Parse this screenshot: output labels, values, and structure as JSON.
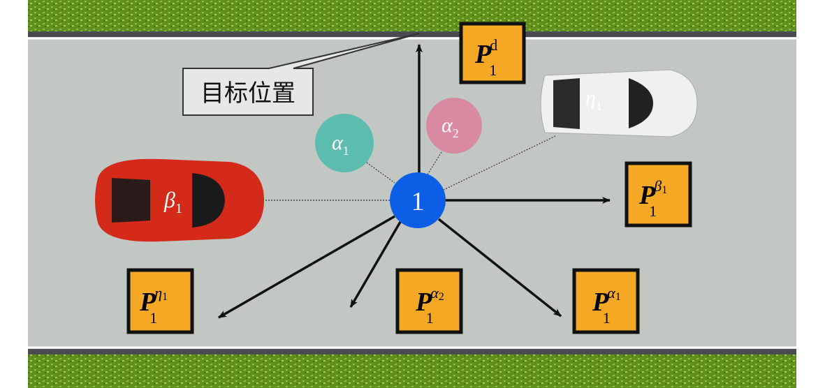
{
  "callout": {
    "text": "目标位置"
  },
  "ego_vehicle": {
    "label": "1",
    "color": "#0d5ee6"
  },
  "neighbors": {
    "alpha1": {
      "symbol": "α",
      "sub": "1",
      "color": "#5dbcb0"
    },
    "alpha2": {
      "symbol": "α",
      "sub": "2",
      "color": "#d98aa0"
    },
    "beta1": {
      "symbol": "β",
      "sub": "1",
      "color": "#d42a1a"
    },
    "eta1": {
      "symbol": "η",
      "sub": "1",
      "color": "#f2f2f2"
    }
  },
  "forces": [
    {
      "id": "d",
      "base": "P",
      "sub": "1",
      "sup": "d"
    },
    {
      "id": "beta1",
      "base": "P",
      "sub": "1",
      "sup": "β",
      "supsub": "1"
    },
    {
      "id": "eta1",
      "base": "P",
      "sub": "1",
      "sup": "η",
      "supsub": "1"
    },
    {
      "id": "alpha2",
      "base": "P",
      "sub": "1",
      "sup": "α",
      "supsub": "2"
    },
    {
      "id": "alpha1",
      "base": "P",
      "sub": "1",
      "sup": "α",
      "supsub": "1"
    }
  ],
  "colors": {
    "road": "#c3c7c4",
    "grass": "#6a9a22",
    "box": "#f4a823"
  }
}
